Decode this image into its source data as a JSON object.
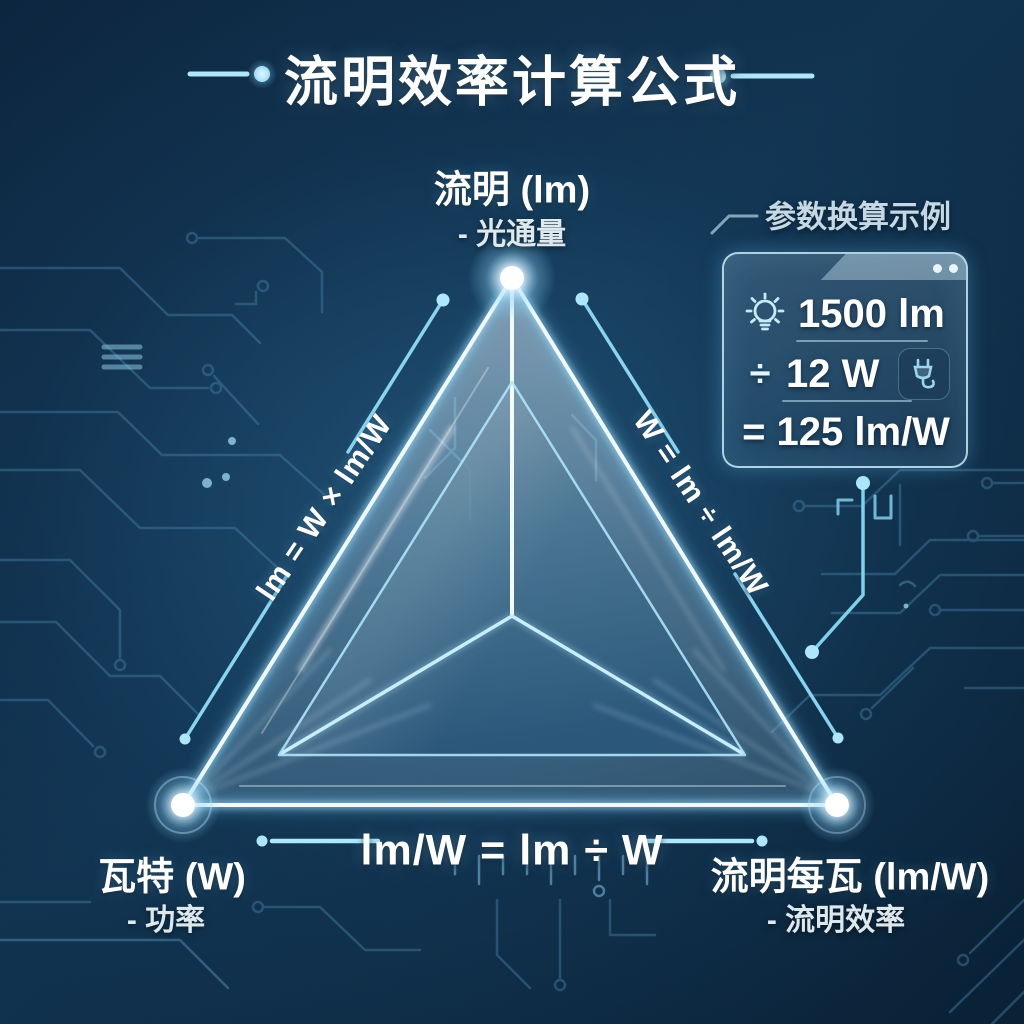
{
  "title": "流明效率计算公式",
  "vertices": {
    "top": {
      "label": "流明 (lm)",
      "sublabel": "- 光通量"
    },
    "bottom_left": {
      "label": "瓦特 (W)",
      "sublabel": "- 功率"
    },
    "bottom_right": {
      "label": "流明每瓦 (lm/W)",
      "sublabel": "- 流明效率"
    }
  },
  "formulas": {
    "left_edge": "lm = W × lm/W",
    "right_edge": "W = lm ÷ lm/W",
    "bottom_edge": "lm/W = lm ÷ W"
  },
  "example_panel": {
    "title": "参数换算示例",
    "rows": [
      {
        "icon": "lightbulb-icon",
        "value": "1500 lm"
      },
      {
        "operator": "÷",
        "value": "12 W",
        "icon": "plug-icon"
      },
      {
        "value": "= 125 lm/W"
      }
    ]
  },
  "colors": {
    "background_deep": "#0a2136",
    "background_mid": "#143a58",
    "accent_cyan": "#8fdcf8",
    "glow_white": "#ffffff",
    "trace_blue": "#4a85ad",
    "glass_face": "#54809c"
  }
}
